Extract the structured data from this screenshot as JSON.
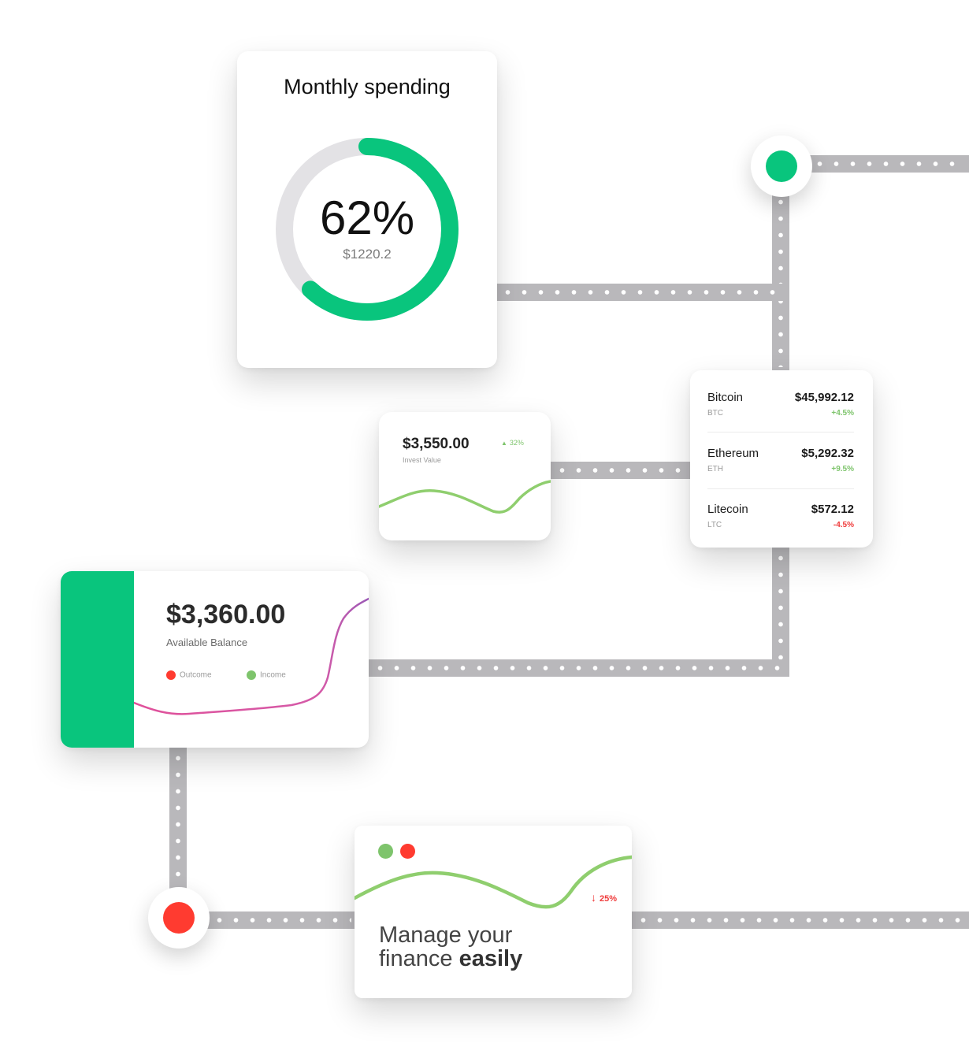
{
  "colors": {
    "green": "#09c57d",
    "red": "#ff3b30",
    "track": "#b9b8bb",
    "light_green": "#7ec46c",
    "pink": "#e0509a",
    "purple": "#9b59b6"
  },
  "spending": {
    "title": "Monthly spending",
    "percent": "62%",
    "progress": 0.62,
    "amount": "$1220.2"
  },
  "invest": {
    "value": "$3,550.00",
    "label": "Invest Value",
    "change": "32%",
    "change_icon": "triangle-up-icon"
  },
  "crypto": [
    {
      "name": "Bitcoin",
      "symbol": "BTC",
      "price": "$45,992.12",
      "change": "+4.5%",
      "trend": "up"
    },
    {
      "name": "Ethereum",
      "symbol": "ETH",
      "price": "$5,292.32",
      "change": "+9.5%",
      "trend": "up"
    },
    {
      "name": "Litecoin",
      "symbol": "LTC",
      "price": "$572.12",
      "change": "-4.5%",
      "trend": "down"
    }
  ],
  "balance": {
    "amount": "$3,360.00",
    "label": "Available Balance",
    "legend": [
      {
        "label": "Outcome",
        "color": "#ff3b30"
      },
      {
        "label": "Income",
        "color": "#7ec46c"
      }
    ]
  },
  "manage": {
    "change": "25%",
    "change_icon": "arrow-down-icon",
    "title_regular": "Manage your",
    "title_line2": "finance",
    "title_strong": "easily"
  }
}
